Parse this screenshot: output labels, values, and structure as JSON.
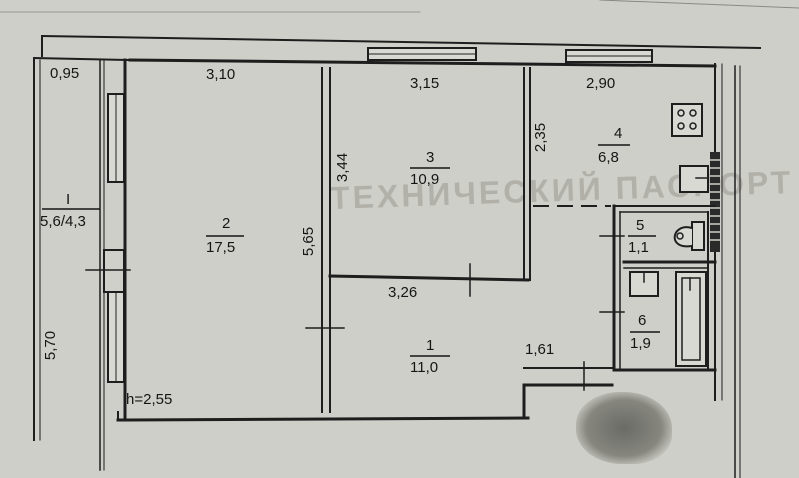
{
  "watermark": "ТЕХНИЧЕСКИЙ ПАСПОРТ",
  "dimensions": {
    "balcony_width": "0,95",
    "room2_width": "3,10",
    "room3_width": "3,15",
    "room4_width": "2,90",
    "room3_depth": "3,44",
    "room4_depth": "2,35",
    "room2_depth": "5,65",
    "room3_bottom_width": "3,26",
    "corridor_width": "1,61",
    "balcony_length": "5,70",
    "ceiling_height": "h=2,55"
  },
  "rooms": [
    {
      "number": "1",
      "area": "11,0"
    },
    {
      "number": "2",
      "area": "17,5"
    },
    {
      "number": "3",
      "area": "10,9"
    },
    {
      "number": "4",
      "area": "6,8"
    },
    {
      "number": "5",
      "area": "1,1"
    },
    {
      "number": "6",
      "area": "1,9"
    }
  ],
  "balcony": {
    "number": "I",
    "area": "5,6/4,3"
  },
  "colors": {
    "paper": "#cfcfc9",
    "wall": "#1e1e1e",
    "ink": "#151515"
  }
}
